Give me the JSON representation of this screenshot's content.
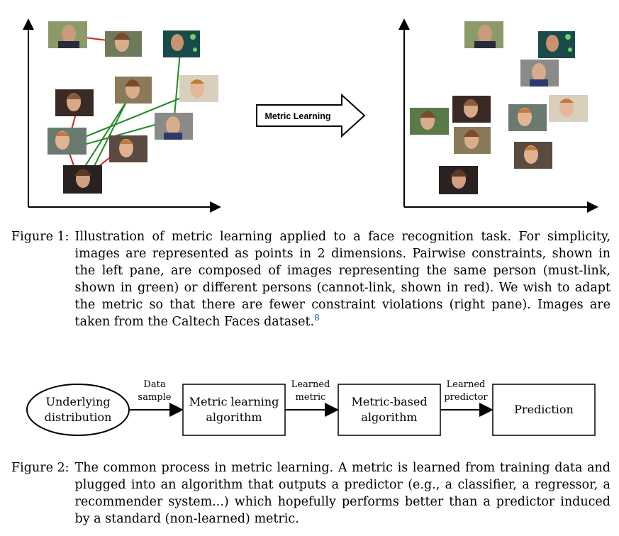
{
  "figure1": {
    "arrow_label": "Metric Learning",
    "caption_label": "Figure 1:",
    "caption_text": "Illustration of metric learning applied to a face recognition task. For simplicity, images are represented as points in 2 dimensions. Pairwise constraints, shown in the left pane, are composed of images representing the same person (must-link, shown in green) or different persons (cannot-link, shown in red). We wish to adapt the metric so that there are fewer constraint violations (right pane). Images are taken from the Caltech Faces dataset.",
    "footnote": "8",
    "must_link_color": "#1f8a1f",
    "cannot_link_color": "#d02020"
  },
  "figure2": {
    "node_input": "Underlying distribution",
    "node_input_l1": "Underlying",
    "node_input_l2": "distribution",
    "edge1_l1": "Data",
    "edge1_l2": "sample",
    "node_alg_l1": "Metric learning",
    "node_alg_l2": "algorithm",
    "edge2_l1": "Learned",
    "edge2_l2": "metric",
    "node_mb_l1": "Metric-based",
    "node_mb_l2": "algorithm",
    "edge3_l1": "Learned",
    "edge3_l2": "predictor",
    "node_pred": "Prediction",
    "caption_label": "Figure 2:",
    "caption_text": "The common process in metric learning. A metric is learned from training data and plugged into an algorithm that outputs a predictor (e.g., a classifier, a regressor, a recommender system...) which hopefully performs better than a predictor induced by a standard (non-learned) metric."
  }
}
